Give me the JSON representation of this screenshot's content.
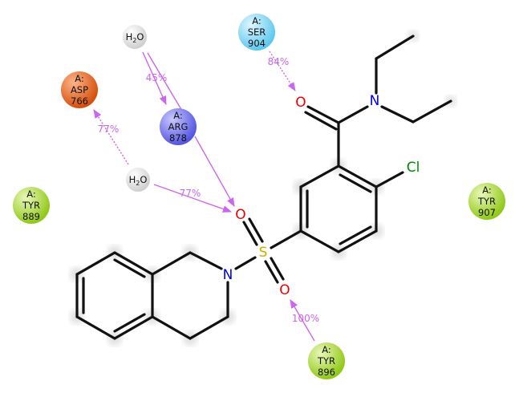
{
  "colors": {
    "asp": "#e8651f",
    "arg": "#7a7af0",
    "ser": "#7fd6f2",
    "tyr": "#a8d638",
    "water": "#e4e4e4",
    "hbond": "#cc66ee"
  },
  "atoms": {
    "o1": "O",
    "n_amide": "N",
    "cl": "Cl",
    "s": "S",
    "o2": "O",
    "o3": "O",
    "n_ring": "N"
  },
  "residues": [
    {
      "chain": "A:",
      "name": "ASP",
      "num": "766"
    },
    {
      "chain": "A:",
      "name": "ARG",
      "num": "878"
    },
    {
      "chain": "A:",
      "name": "SER",
      "num": "904"
    },
    {
      "chain": "A:",
      "name": "TYR",
      "num": "889"
    },
    {
      "chain": "A:",
      "name": "TYR",
      "num": "907"
    },
    {
      "chain": "A:",
      "name": "TYR",
      "num": "896"
    }
  ],
  "waters": [
    {
      "label_main": "H",
      "label_sub": "2",
      "label_end": "O"
    },
    {
      "label_main": "H",
      "label_sub": "2",
      "label_end": "O"
    }
  ],
  "interactions": [
    {
      "label": "45%"
    },
    {
      "label": "77%"
    },
    {
      "label": "77%"
    },
    {
      "label": "84%"
    },
    {
      "label": "100%"
    }
  ]
}
